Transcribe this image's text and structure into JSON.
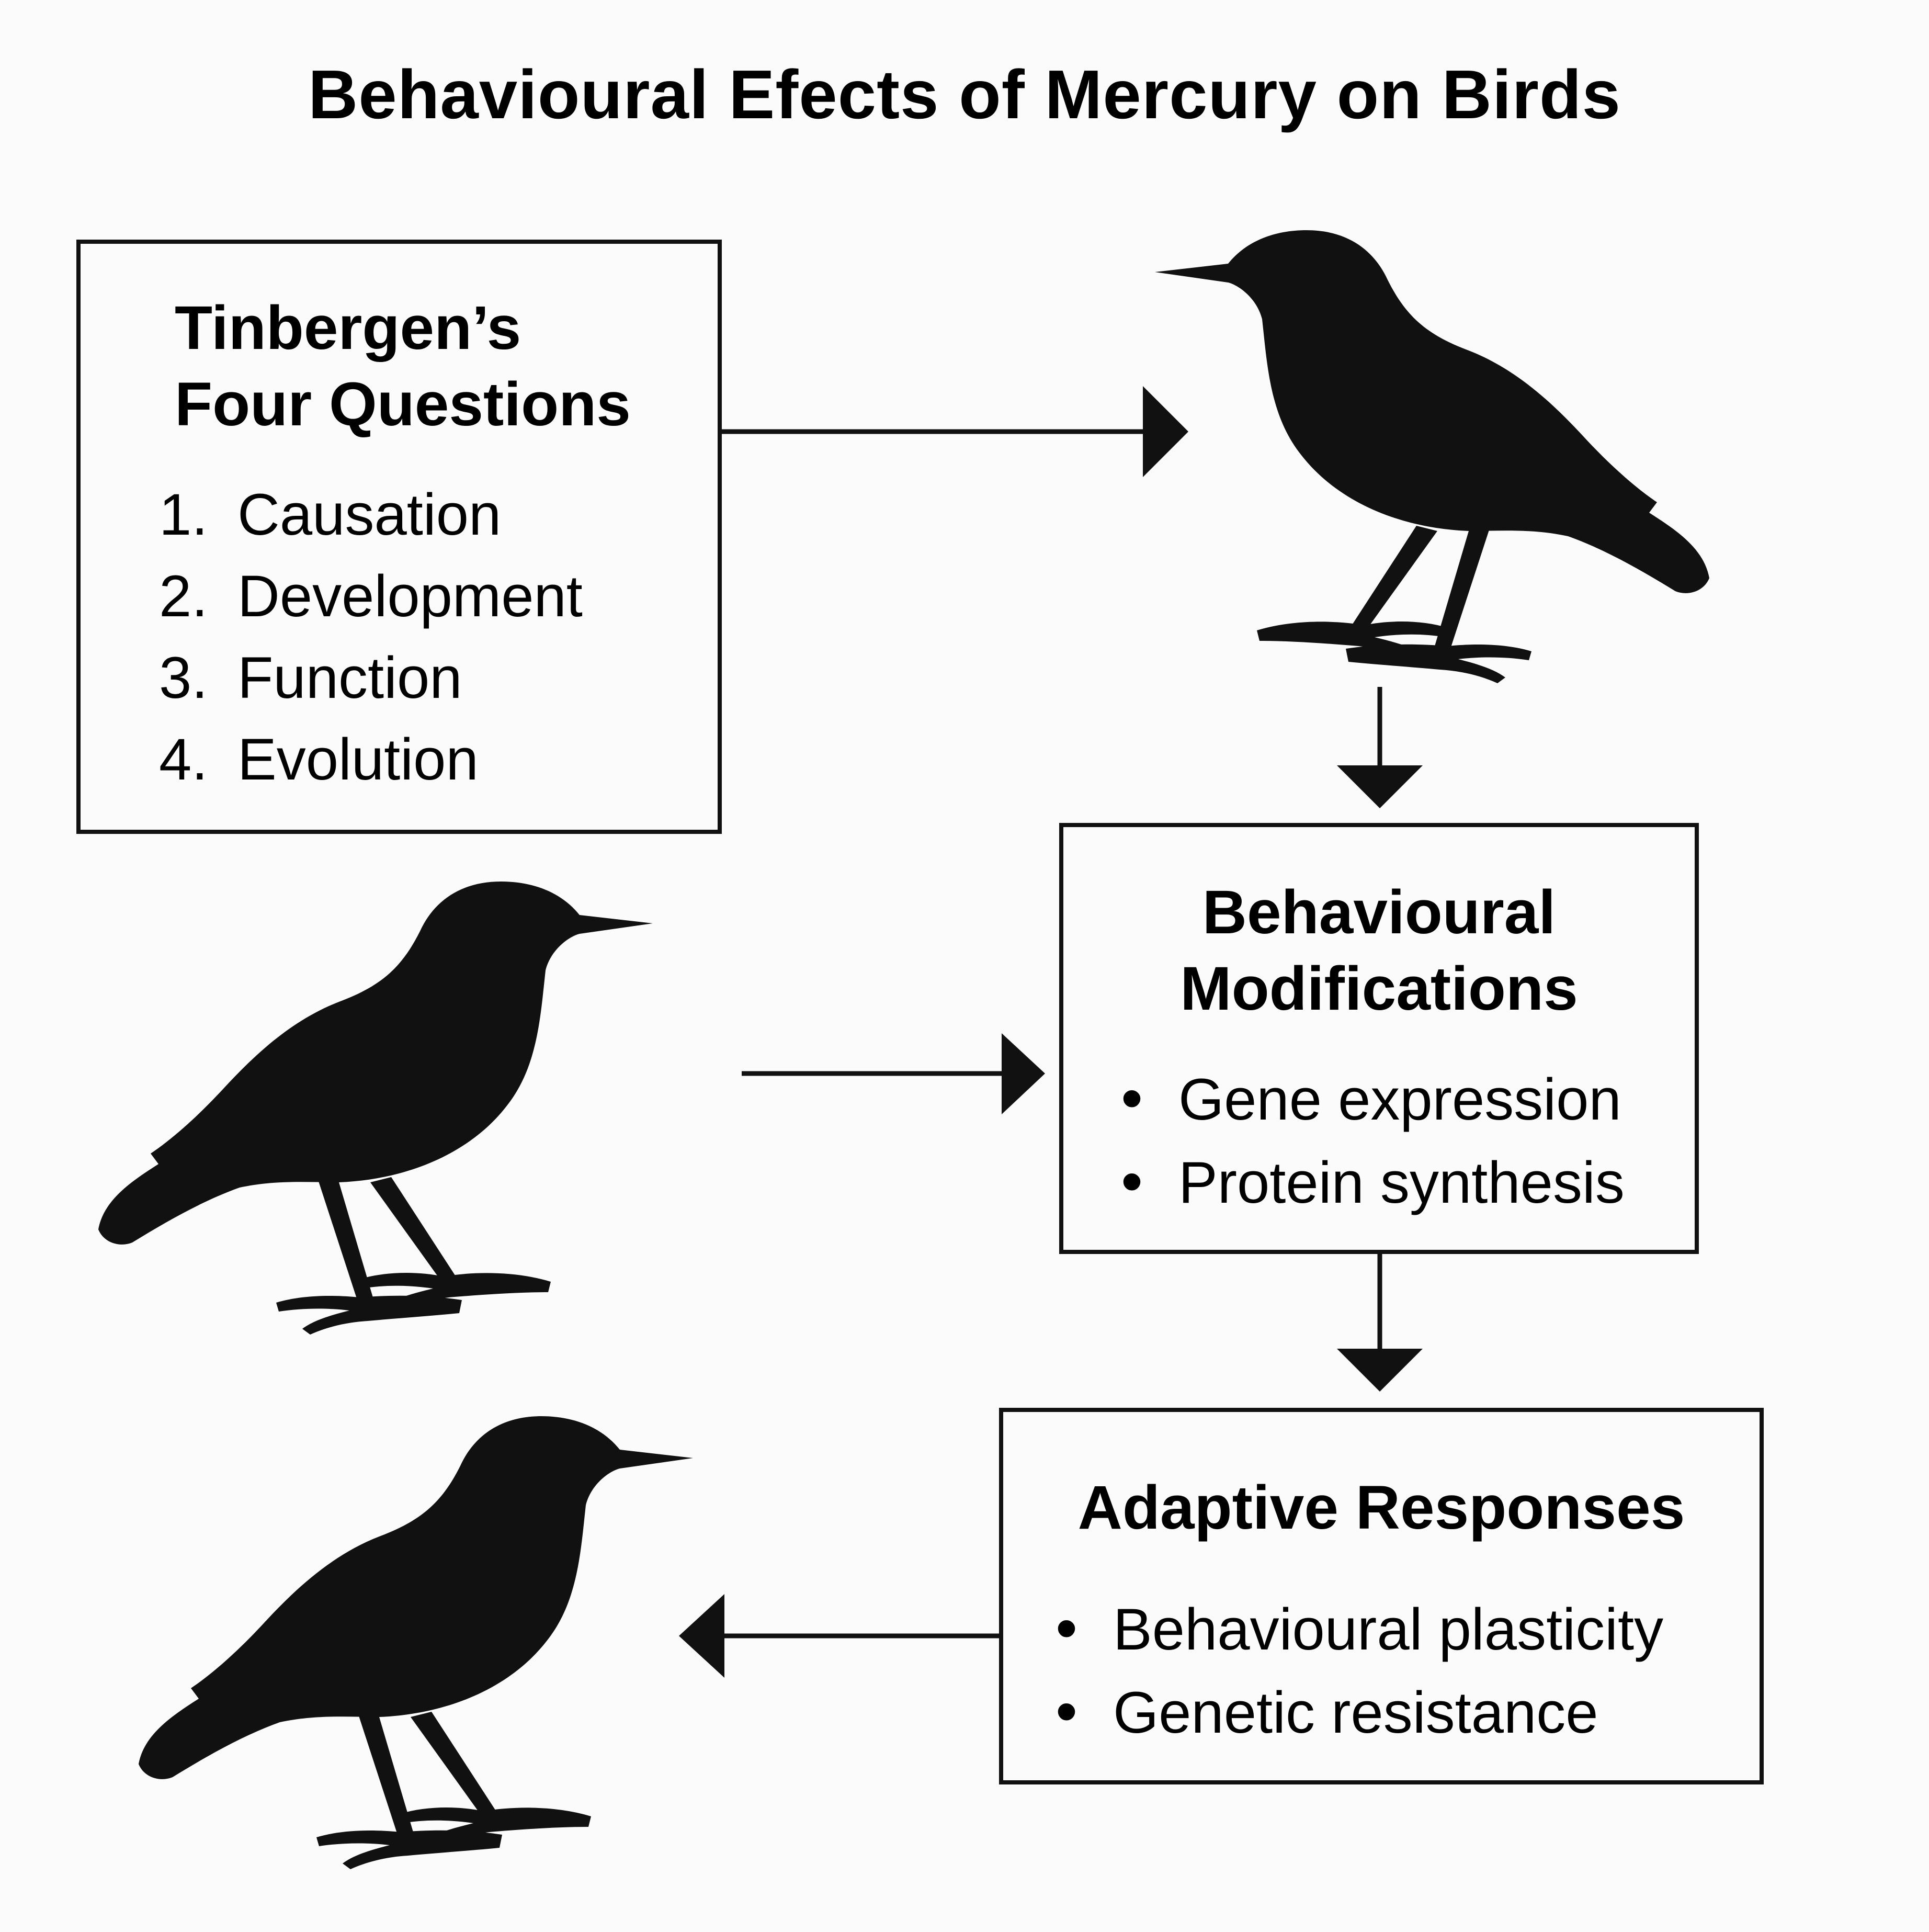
{
  "title": "Behavioural Efects of Mercury on Birds",
  "tinbergen": {
    "title_line1": "Tinbergen’s",
    "title_line2": "Four Questions",
    "items": [
      {
        "number": "1.",
        "label": "Causation"
      },
      {
        "number": "2.",
        "label": "Development"
      },
      {
        "number": "3.",
        "label": "Function"
      },
      {
        "number": "4.",
        "label": "Evolution"
      }
    ]
  },
  "modifications": {
    "title_line1": "Behavioural",
    "title_line2": "Modifications",
    "items": [
      "Gene expression",
      "Protein synthesis"
    ]
  },
  "adaptive": {
    "title": "Adaptive Responses",
    "items": [
      "Behavioural plasticity",
      "Genetic resistance"
    ]
  },
  "icons": {
    "bird": "bird-silhouette-icon",
    "arrow": "arrow-icon"
  },
  "colors": {
    "background": "#fbfbfb",
    "ink": "#111111"
  }
}
